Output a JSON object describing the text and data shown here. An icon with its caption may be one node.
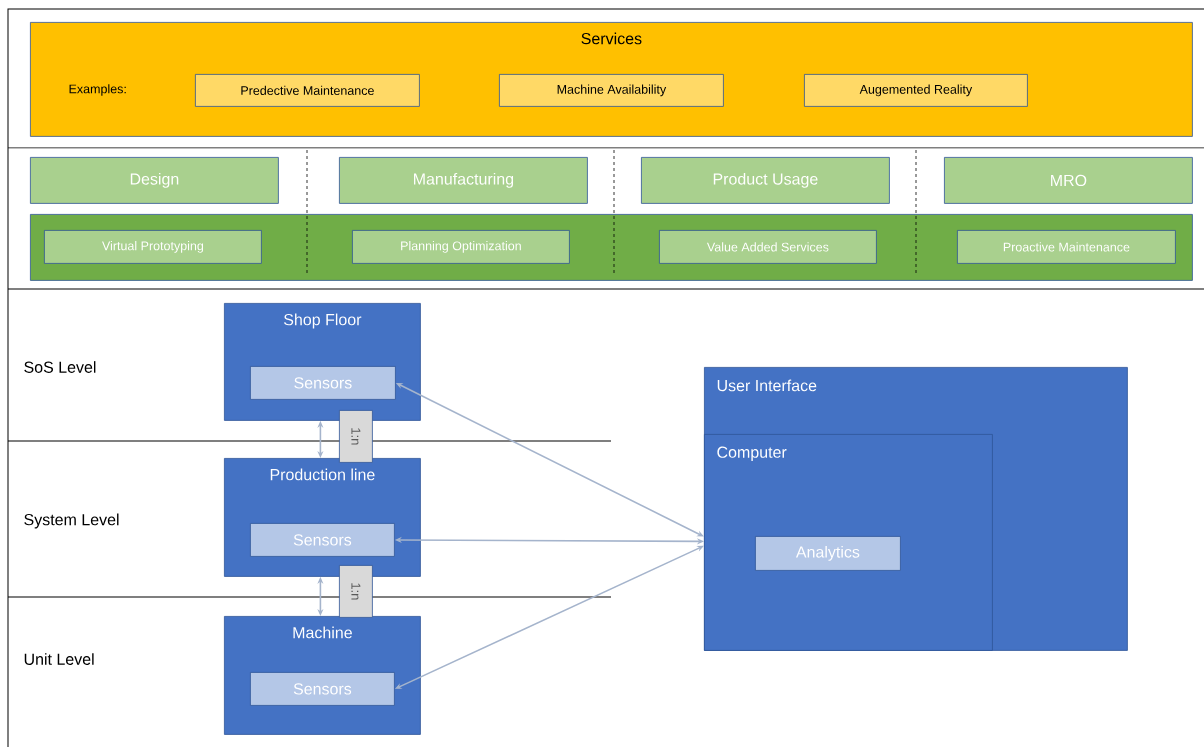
{
  "diagram": {
    "nodes": [
      {
        "text": [
          "Services",
          "Examples:"
        ]
      },
      {
        "text": [
          "Predective Maintenance"
        ],
        "in": 0
      },
      {
        "text": [
          "Machine Availability"
        ],
        "in": 0
      },
      {
        "text": [
          "Augemented Reality"
        ],
        "in": 0
      },
      {
        "text": [
          "Design"
        ]
      },
      {
        "text": [
          "Manufacturing"
        ]
      },
      {
        "text": [
          "Product Usage"
        ]
      },
      {
        "text": [
          "MRO"
        ]
      },
      {
        "text": [],
        "shape": "bar"
      },
      {
        "text": [
          "Virtual Prototyping"
        ],
        "in": 8
      },
      {
        "text": [
          "Planning Optimization"
        ],
        "in": 8
      },
      {
        "text": [
          "Value Added Services"
        ],
        "in": 8
      },
      {
        "text": [
          "Proactive Maintenance"
        ],
        "in": 8
      },
      {
        "text": [
          "Shop Floor"
        ]
      },
      {
        "text": [
          "Sensors"
        ],
        "in": 13
      },
      {
        "text": [
          "Production line"
        ]
      },
      {
        "text": [
          "Sensors"
        ],
        "in": 15
      },
      {
        "text": [
          "Machine"
        ]
      },
      {
        "text": [
          "Sensors"
        ],
        "in": 17
      },
      {
        "text": [
          "1:n"
        ]
      },
      {
        "text": [
          "1:n"
        ]
      },
      {
        "text": [
          "User Interface"
        ]
      },
      {
        "text": [
          "Computer"
        ],
        "in": 21
      },
      {
        "text": [
          "Analytics"
        ],
        "in": 22
      }
    ],
    "edges": [
      {
        "from": 13,
        "to": 15,
        "arrow": "both"
      },
      {
        "from": 15,
        "to": 17,
        "arrow": "both"
      },
      {
        "from": 14,
        "to": 21,
        "arrow": "both"
      },
      {
        "from": 16,
        "to": 21,
        "arrow": "both"
      },
      {
        "from": 18,
        "to": 21,
        "arrow": "both"
      }
    ],
    "labels": [
      "SoS Level",
      "System Level",
      "Unit Level"
    ]
  }
}
